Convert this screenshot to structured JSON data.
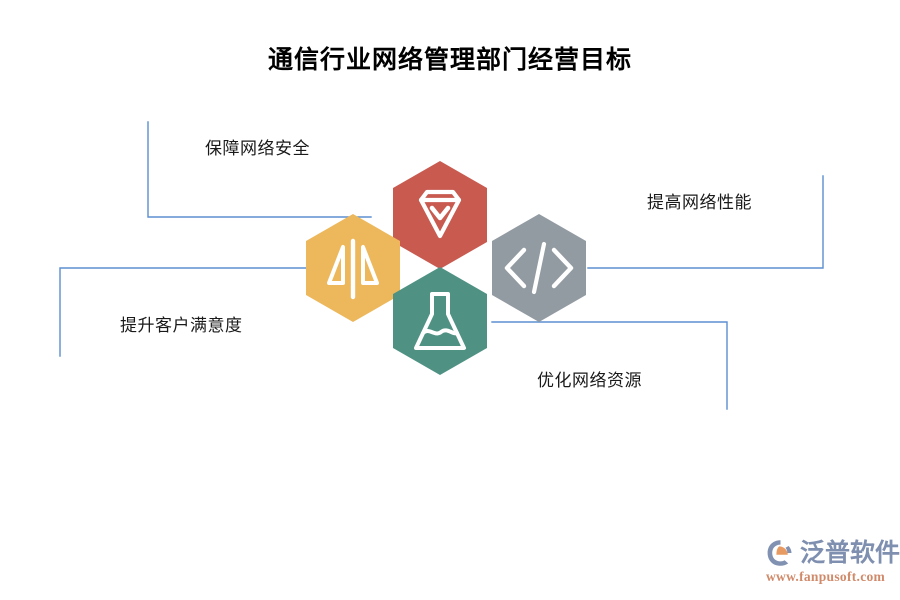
{
  "page": {
    "title": "通信行业网络管理部门经营目标",
    "background_color": "#ffffff",
    "connector_color": "#5b8fd0"
  },
  "diagram": {
    "type": "hexagon-cluster",
    "nodes": [
      {
        "id": "node-security",
        "label": "保障网络安全",
        "icon": "shield-check-icon",
        "color": "#c85a50",
        "position": "top-center"
      },
      {
        "id": "node-satisfaction",
        "label": "提升客户满意度",
        "icon": "balance-scale-icon",
        "color": "#edb85c",
        "position": "left"
      },
      {
        "id": "node-performance",
        "label": "提高网络性能",
        "icon": "code-brackets-icon",
        "color": "#939ba2",
        "position": "right"
      },
      {
        "id": "node-resources",
        "label": "优化网络资源",
        "icon": "flask-icon",
        "color": "#4f9283",
        "position": "bottom-center"
      }
    ]
  },
  "logo": {
    "brand": "泛普软件",
    "url": "www.fanpusoft.com",
    "mark": "fanpu-swoosh-logo",
    "brand_color": "#7f8fb0",
    "url_color": "#d08a6a"
  }
}
